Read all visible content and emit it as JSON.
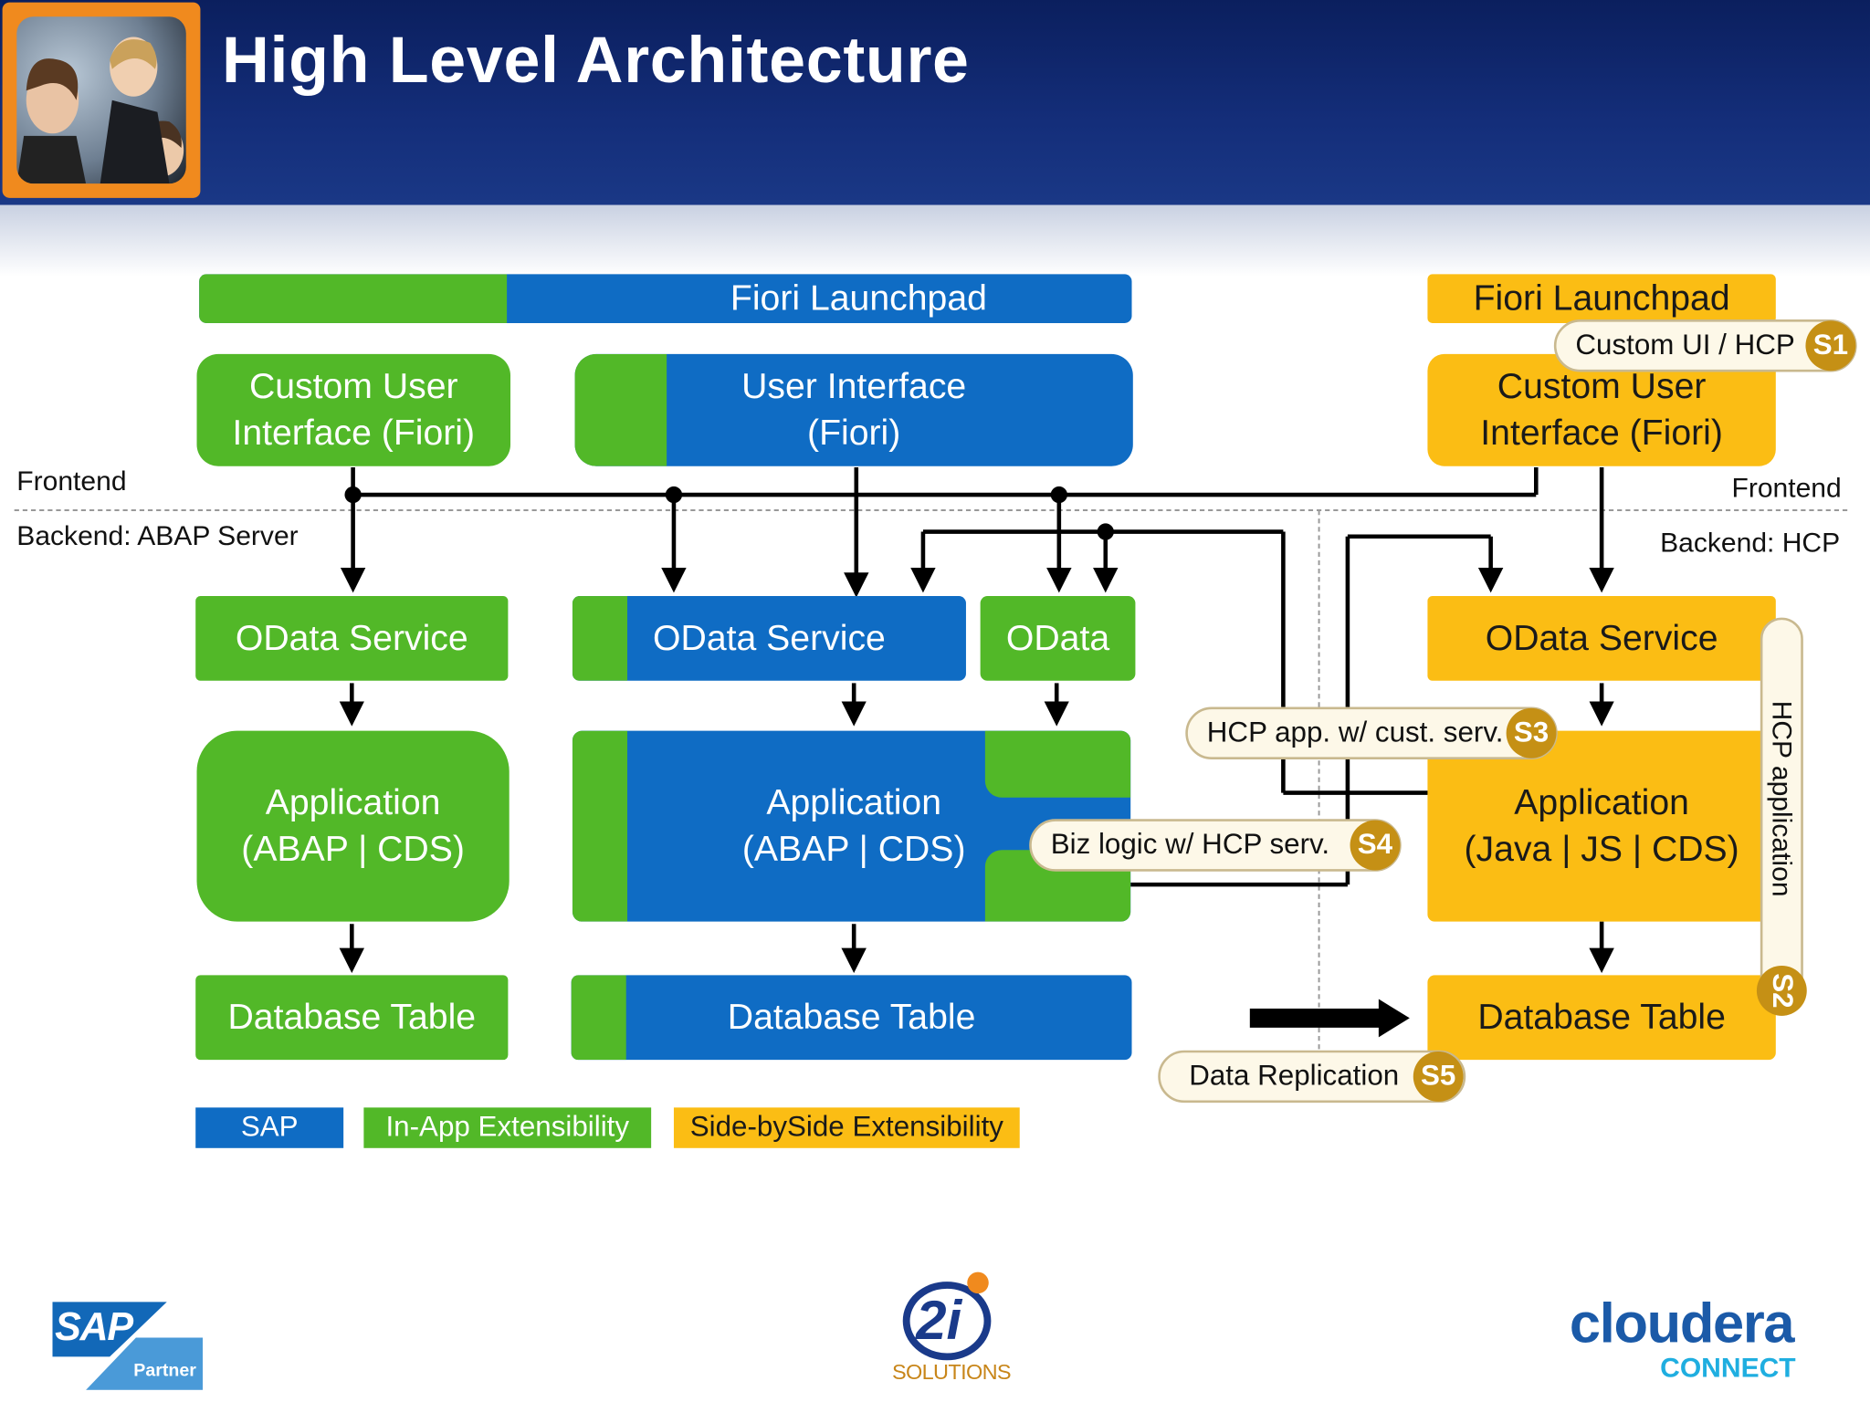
{
  "header": {
    "title": "High Level Architecture"
  },
  "colors": {
    "sap": "#0f6cc4",
    "in_app": "#52b828",
    "side_by_side": "#fbbd14",
    "header": "#0b1f5e",
    "badge": "#c59015"
  },
  "zones": {
    "left_frontend": "Frontend",
    "left_backend": "Backend: ABAP Server",
    "right_frontend": "Frontend",
    "right_backend": "Backend: HCP"
  },
  "boxes": {
    "fiori_launchpad_main": "Fiori Launchpad",
    "custom_ui_green": "Custom User\nInterface (Fiori)",
    "user_interface_blue": "User Interface\n(Fiori)",
    "fiori_launchpad_hcp": "Fiori Launchpad",
    "custom_ui_yellow": "Custom User\nInterface (Fiori)",
    "odata_green": "OData Service",
    "odata_blue": "OData Service",
    "odata_small": "OData",
    "odata_yellow": "OData Service",
    "app_green": "Application\n(ABAP | CDS)",
    "app_blue": "Application\n(ABAP | CDS)",
    "app_yellow": "Application\n(Java | JS | CDS)",
    "db_green": "Database Table",
    "db_blue": "Database Table",
    "db_yellow": "Database Table"
  },
  "scenarios": {
    "s1": {
      "label": "Custom UI / HCP",
      "badge": "S1"
    },
    "s2": {
      "label": "HCP application",
      "badge": "S2"
    },
    "s3": {
      "label": "HCP app. w/ cust. serv.",
      "badge": "S3"
    },
    "s4": {
      "label": "Biz logic w/ HCP serv.",
      "badge": "S4"
    },
    "s5": {
      "label": "Data Replication",
      "badge": "S5"
    }
  },
  "legend": {
    "sap": "SAP",
    "in_app": "In-App Extensibility",
    "side_by_side": "Side-bySide Extensibility"
  },
  "logos": {
    "sap": "SAP",
    "sap_partner": "Partner",
    "twoi": "2i",
    "twoi_sub": "SOLUTIONS",
    "cloudera": "cloudera",
    "cloudera_sub": "CONNECT"
  }
}
